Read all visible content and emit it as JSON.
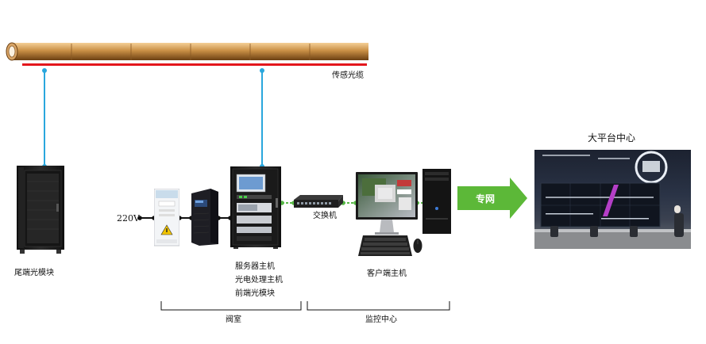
{
  "labels": {
    "cable": "传感光缆",
    "tail_module": "尾端光模块",
    "power": "220V",
    "server_lines": [
      "服务器主机",
      "光电处理主机",
      "前端光模块"
    ],
    "switch": "交换机",
    "client": "客户端主机",
    "valve_room": "阀室",
    "monitor_center": "监控中心",
    "platform_center": "大平台中心",
    "private_network": "专网"
  },
  "colors": {
    "cable": "#c98f45",
    "sensor_line": "#e3161c",
    "link_blue": "#2aa7dd",
    "link_green": "#58b947",
    "arrow_green": "#5cb838",
    "cabinet": "#1b1b1b"
  },
  "icons": [
    "rack-cabinet-icon",
    "distribution-box-icon",
    "ups-icon",
    "server-cabinet-icon",
    "network-switch-icon",
    "desktop-computer-icon",
    "keyboard-icon",
    "mouse-icon",
    "control-room-photo"
  ]
}
